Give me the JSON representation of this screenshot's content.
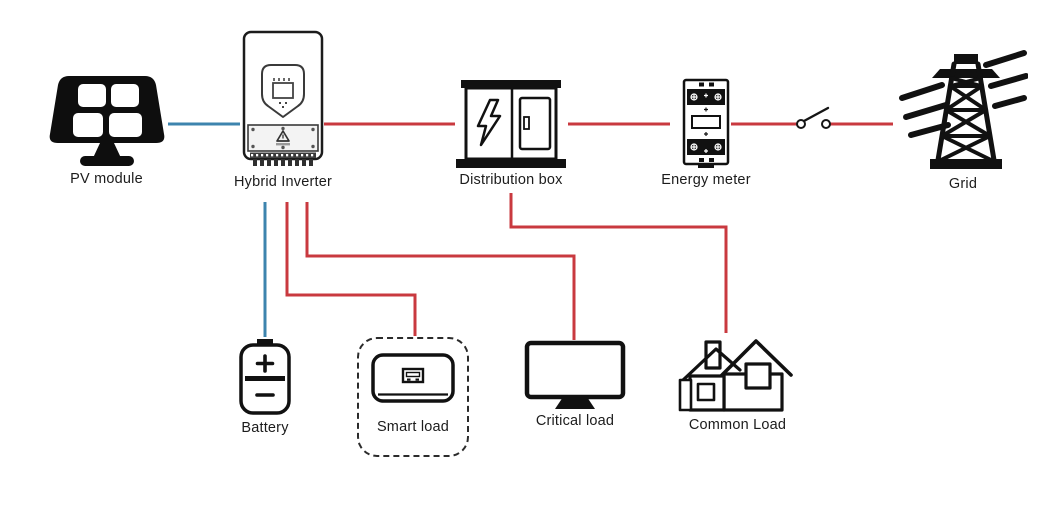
{
  "colors": {
    "dc_line": "#3d84ae",
    "ac_line": "#c9393f",
    "icon_ink": "#111111",
    "background": "#ffffff"
  },
  "nodes": {
    "pv": {
      "label": "PV module"
    },
    "inverter": {
      "label": "Hybrid Inverter"
    },
    "distribution": {
      "label": "Distribution box"
    },
    "meter": {
      "label": "Energy meter"
    },
    "grid": {
      "label": "Grid"
    },
    "battery": {
      "label": "Battery"
    },
    "smart_load": {
      "label": "Smart load"
    },
    "critical_load": {
      "label": "Critical load"
    },
    "common_load": {
      "label": "Common Load"
    }
  },
  "connections": [
    {
      "from": "PV module",
      "to": "Hybrid Inverter",
      "type": "dc"
    },
    {
      "from": "Hybrid Inverter",
      "to": "Distribution box",
      "type": "ac"
    },
    {
      "from": "Distribution box",
      "to": "Energy meter",
      "type": "ac"
    },
    {
      "from": "Energy meter",
      "to": "Grid",
      "type": "ac",
      "via": "open disconnect switch"
    },
    {
      "from": "Hybrid Inverter",
      "to": "Battery",
      "type": "dc"
    },
    {
      "from": "Hybrid Inverter",
      "to": "Smart load",
      "type": "ac"
    },
    {
      "from": "Hybrid Inverter",
      "to": "Critical load",
      "type": "ac"
    },
    {
      "from": "Distribution box",
      "to": "Common Load",
      "type": "ac"
    }
  ]
}
